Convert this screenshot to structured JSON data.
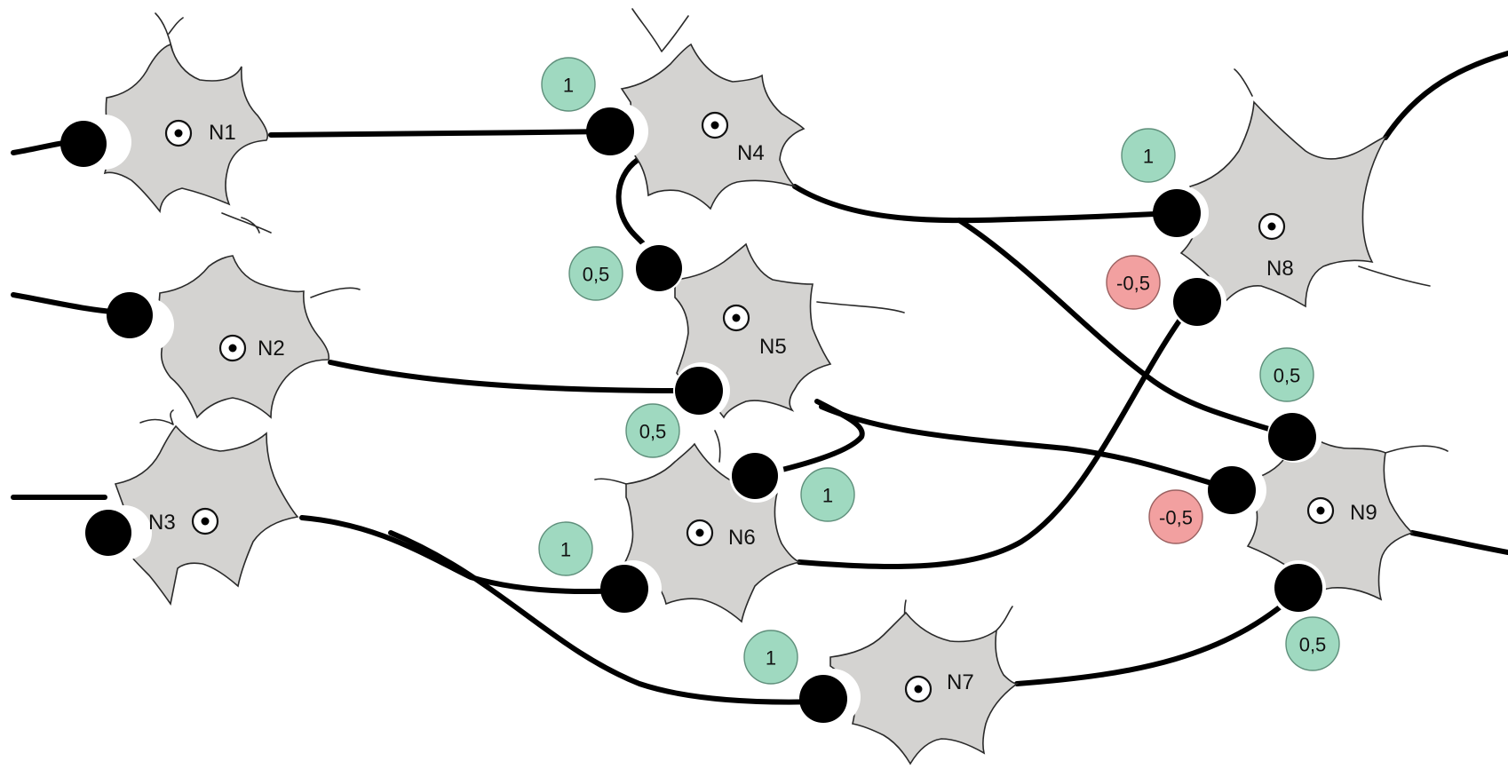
{
  "neurons": [
    {
      "id": "N1",
      "label": "N1"
    },
    {
      "id": "N2",
      "label": "N2"
    },
    {
      "id": "N3",
      "label": "N3"
    },
    {
      "id": "N4",
      "label": "N4"
    },
    {
      "id": "N5",
      "label": "N5"
    },
    {
      "id": "N6",
      "label": "N6"
    },
    {
      "id": "N7",
      "label": "N7"
    },
    {
      "id": "N8",
      "label": "N8"
    },
    {
      "id": "N9",
      "label": "N9"
    }
  ],
  "connections": [
    {
      "from": "N1",
      "to": "N4",
      "weight": "1",
      "sign": "positive"
    },
    {
      "from": "N4",
      "to": "N5",
      "weight": "0,5",
      "sign": "positive"
    },
    {
      "from": "N4",
      "to": "N8",
      "weight": "1",
      "sign": "positive"
    },
    {
      "from": "N4",
      "to": "N9",
      "weight": "0,5",
      "sign": "positive"
    },
    {
      "from": "N2",
      "to": "N5",
      "weight": "0,5",
      "sign": "positive"
    },
    {
      "from": "N5",
      "to": "N6",
      "weight": "1",
      "sign": "positive"
    },
    {
      "from": "N5",
      "to": "N9",
      "weight": "-0,5",
      "sign": "negative"
    },
    {
      "from": "N6",
      "to": "N8",
      "weight": "-0,5",
      "sign": "negative"
    },
    {
      "from": "N3",
      "to": "N6",
      "weight": "1",
      "sign": "positive"
    },
    {
      "from": "N3",
      "to": "N7",
      "weight": "1",
      "sign": "positive"
    },
    {
      "from": "N7",
      "to": "N9",
      "weight": "0,5",
      "sign": "positive"
    }
  ],
  "colors": {
    "positive_weight": "#9fd9c0",
    "negative_weight": "#f2a0a0",
    "soma": "#d4d3d1",
    "axon": "#000000"
  }
}
